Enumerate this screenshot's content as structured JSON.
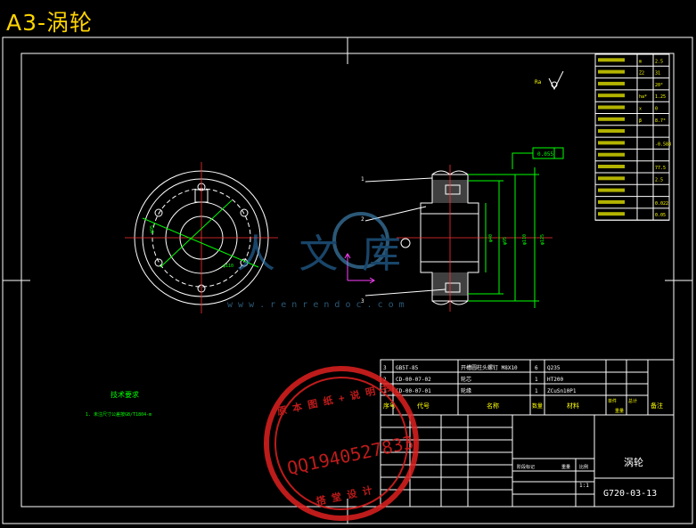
{
  "title": "A3-涡轮",
  "params_table": {
    "rows": [
      {
        "label": "",
        "sym": "m",
        "val": "2.5"
      },
      {
        "label": "",
        "sym": "Z2",
        "val": "31"
      },
      {
        "label": "",
        "sym": "",
        "val": "20°"
      },
      {
        "label": "",
        "sym": "ha*",
        "val": "1.25"
      },
      {
        "label": "",
        "sym": "x",
        "val": "0"
      },
      {
        "label": "",
        "sym": "β",
        "val": "8.7°"
      },
      {
        "label": "",
        "sym": "",
        "val": ""
      },
      {
        "label": "",
        "sym": "",
        "val": "-0.588"
      },
      {
        "label": "",
        "sym": "",
        "val": ""
      },
      {
        "label": "",
        "sym": "",
        "val": "77.5"
      },
      {
        "label": "",
        "sym": "",
        "val": "2.5"
      },
      {
        "label": "",
        "sym": "",
        "val": ""
      },
      {
        "label": "",
        "sym": "",
        "val": "0.022"
      },
      {
        "label": "",
        "sym": "",
        "val": "0.05"
      }
    ]
  },
  "roughness_note": "Ra",
  "tolerance_frame": "0.055",
  "tech_req": {
    "heading": "技术要求",
    "line1": "1. 未注尺寸公差按GB/T1804-m"
  },
  "watermark": {
    "brand": "人 文 库",
    "url": "w w w . r e n r e n d o c . c o m"
  },
  "stamp": {
    "top_text": "原 本 图 纸 + 说 明 书",
    "qq": "QQ1940527833",
    "bottom_text": "搭 堂 设 计"
  },
  "bom": {
    "rows": [
      {
        "no": "3",
        "code": "GB5T-85",
        "name": "开槽圆柱头螺钉 M8X10",
        "qty": "6",
        "material": "Q235"
      },
      {
        "no": "2",
        "code": "CD-00-07-02",
        "name": "轮芯",
        "qty": "1",
        "material": "HT200"
      },
      {
        "no": "1",
        "code": "CD-00-07-01",
        "name": "轮缘",
        "qty": "1",
        "material": "ZCuSn10P1"
      }
    ],
    "header": {
      "no": "序号",
      "code": "代号",
      "name": "名称",
      "qty": "数量",
      "material": "材料",
      "unit": "单件",
      "total": "总计",
      "weight": "重量",
      "remark": "备注"
    }
  },
  "title_block": {
    "part_name": "涡轮",
    "drawing_no": "G720-03-13",
    "scale": "1:1",
    "stage": "阶段标记",
    "weight_label": "重量",
    "scale_label": "比例"
  },
  "labels": {
    "leader1": "1",
    "leader2": "2",
    "leader3": "3"
  }
}
